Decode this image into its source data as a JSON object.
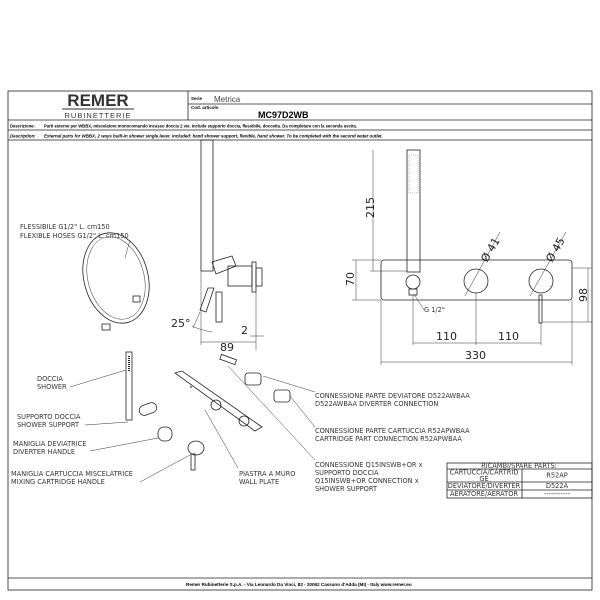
{
  "header": {
    "brand": "REMER",
    "brand_sub": "RUBINETTERIE",
    "serie_label": "Serie",
    "serie_value": "Metrica",
    "code_label": "Cod. articolo",
    "code_value": "MC97D2WB",
    "descrizione_label": "Descrizione:",
    "descrizione_text": "Parti esterne per WBBX, miscelatore monocomando incasso doccia 2 vie. Include supporto doccia, flessibile, doccetta. Da completare con la seconda uscita.",
    "description_label": "Description:",
    "description_text": "External parts for WBBX, 2 ways built-in shower single lever. Included: hand shower support, flexible, hand shower. To be completed with the second water outlet."
  },
  "dimensions": {
    "d215": "215",
    "d70": "70",
    "d98": "98",
    "d110a": "110",
    "d110b": "110",
    "d330": "330",
    "d41": "Ø 41",
    "d45": "Ø 45",
    "g12": "G 1/2\"",
    "angle": "25°",
    "d89": "89",
    "d2": "2"
  },
  "labels": {
    "hose_it": "FLESSIBILE G1/2\" L. cm150",
    "hose_en": "FLEXIBLE HOSES  G1/2\" L. cm150",
    "shower_it": "DOCCIA",
    "shower_en": "SHOWER",
    "support_it": "SUPPORTO DOCCIA",
    "support_en": "SHOWER SUPPORT",
    "diverter_it": "MANIGLIA DEVIATRICE",
    "diverter_en": "DIVERTER HANDLE",
    "mixing_it": "MANIGLIA CARTUCCIA MISCELATRICE",
    "mixing_en": "MIXING CARTRIDGE HANDLE",
    "plate_it": "PIASTRA A MURO",
    "plate_en": "WALL PLATE",
    "conn_div_it": "CONNESSIONE PARTE DEVIATORE  D522AWBAA",
    "conn_div_en": "D522AWBAA DIVERTER CONNECTION",
    "conn_cart_it": "CONNESSIONE PARTE CARTUCCIA R52APWBAA",
    "conn_cart_en": "CARTRIDGE PART CONNECTION R52APWBAA",
    "conn_q1": "CONNESSIONE Q15INSWB+OR x",
    "conn_q2": "SUPPORTO DOCCIA",
    "conn_q3": "Q15INSWB+OR CONNECTION x",
    "conn_q4": "SHOWER SUPPORT"
  },
  "spare_parts": {
    "title": "RICAMBI/SPARE PARTS:",
    "rows": [
      {
        "name1": "CARTUCCIA/CARTRID",
        "name2": "GE",
        "code": "R52AP"
      },
      {
        "name1": "DEVIATORE/DIVERTER",
        "name2": "",
        "code": "D522A"
      },
      {
        "name1": "AERATORE/AERATOR",
        "name2": "",
        "code": "-----------"
      }
    ]
  },
  "footer": {
    "text": "Remer Rubinetterie S.p.A. - Via Leonardo Da Vinci, 83 - 20062 Cassano d'Adda (MI) - Italy www.remer.eu"
  }
}
